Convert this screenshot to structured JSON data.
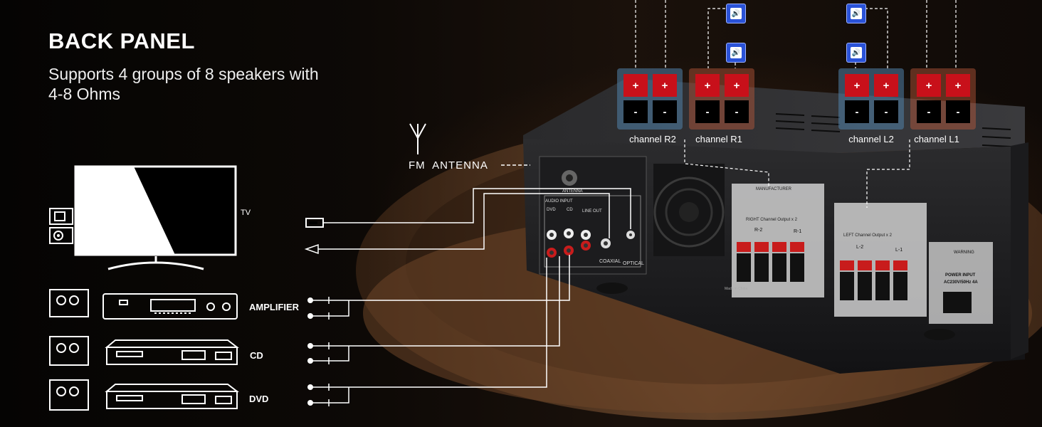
{
  "heading": {
    "title": "BACK PANEL",
    "subtitle": "Supports 4 groups of 8 speakers with 4-8 Ohms"
  },
  "devices": {
    "tv": "TV",
    "amplifier": "AMPLIFIER",
    "cd": "CD",
    "dvd": "DVD"
  },
  "antenna": {
    "label": "FM  ANTENNA"
  },
  "channels": [
    {
      "label": "channel R2",
      "plus": "+",
      "minus": "-"
    },
    {
      "label": "channel R1",
      "plus": "+",
      "minus": "-"
    },
    {
      "label": "channel L2",
      "plus": "+",
      "minus": "-"
    },
    {
      "label": "channel L1",
      "plus": "+",
      "minus": "-"
    }
  ],
  "panel": {
    "audio_input": "AUDIO INPUT",
    "coaxial": "COAXIAL",
    "optical": "OPTICAL",
    "line_out": "LINE OUT",
    "dvd": "DVD",
    "cd": "CD",
    "antenna": "ANTENNA",
    "right_output": "RIGHT Channel Output x 2",
    "left_output": "LEFT Channel Output x 2",
    "r2": "R-2",
    "r1": "R-1",
    "l2": "L-2",
    "l1": "L-1",
    "manufacturer": "MANUFACTURER",
    "power_input": "POWER INPUT",
    "power_rating": "AC230V/50Hz 4A",
    "warning": "WARNING",
    "made_in": "Made in China"
  },
  "colors": {
    "accent_red": "#c8101a",
    "speaker_blue": "#2a52d8",
    "line": "#ffffff"
  }
}
